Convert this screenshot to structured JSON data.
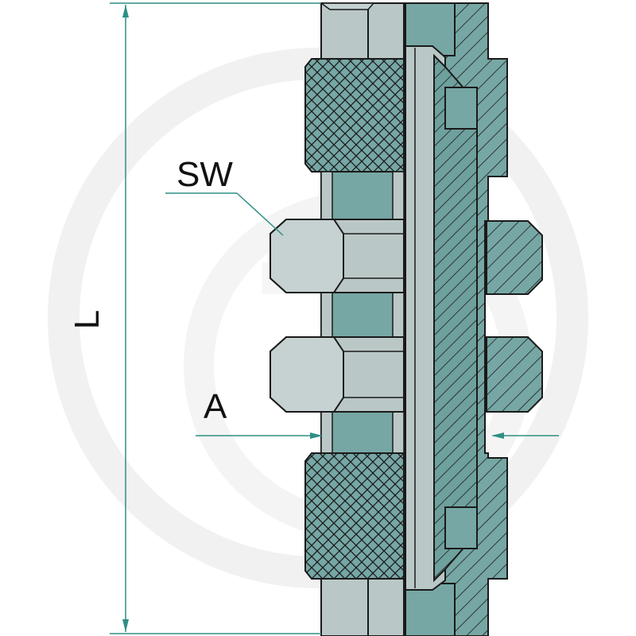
{
  "labels": {
    "length": "L",
    "wrench_size": "SW",
    "diameter": "A"
  },
  "colors": {
    "steel_light": "#b9c8c7",
    "steel_mid": "#a8bab9",
    "section_fill": "#76a7a4",
    "section_dark": "#5e9592",
    "outline": "#1a1a1a",
    "dimension_line": "#2e8f84",
    "watermark": "#f2f2f2"
  },
  "icons": {
    "watermark": "circle-logo-watermark"
  }
}
